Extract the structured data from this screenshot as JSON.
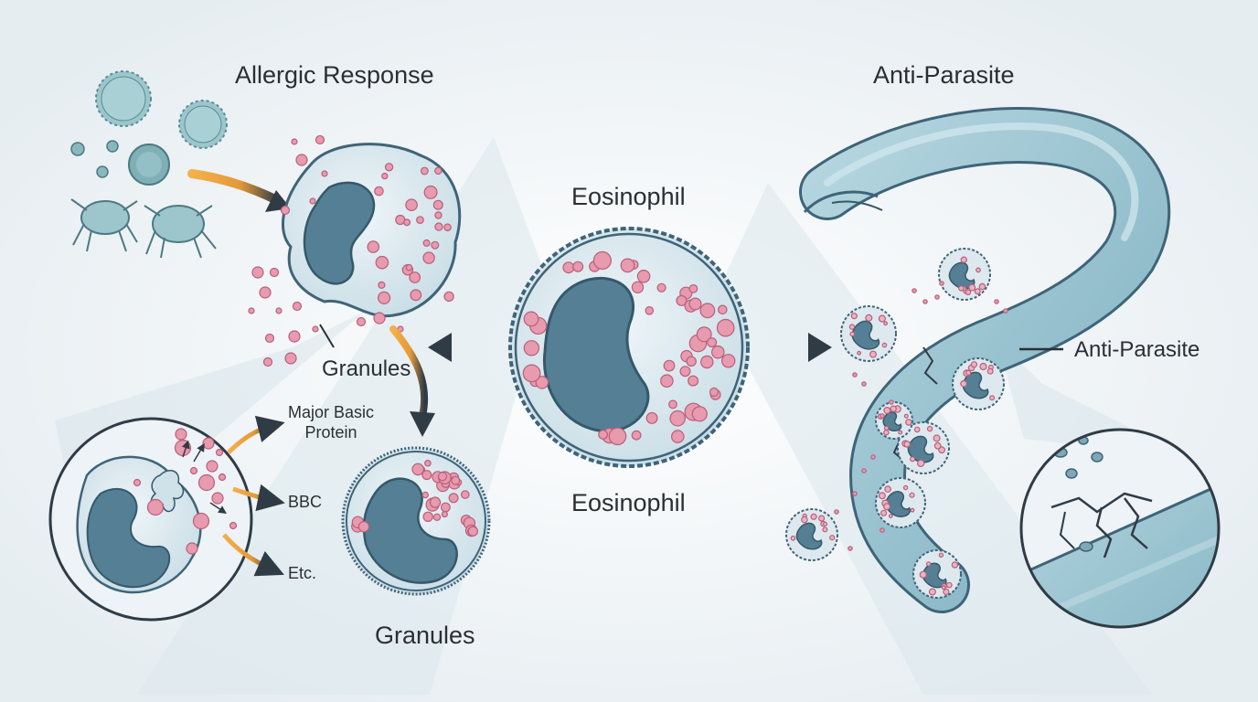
{
  "labels": {
    "allergic_response": "Allergic Response",
    "anti_parasite_title": "Anti-Parasite",
    "eosinophil_top": "Eosinophil",
    "eosinophil_bottom": "Eosinophil",
    "granules_upper": "Granules",
    "granules_lower": "Granules",
    "major_basic_protein_line1": "Major Basic",
    "major_basic_protein_line2": "Protein",
    "bbc": "BBC",
    "etc": "Etc.",
    "anti_parasite_side": "Anti-Parasite"
  },
  "colors": {
    "background": "#eef2f5",
    "cell_fill": "#d6e6ee",
    "cell_outline": "#3f6478",
    "nucleus": "#557f94",
    "granule": "#e89aae",
    "worm": "#8fbccb",
    "arrow_orange": "#f2a23a",
    "arrow_dark": "#2f3b45",
    "allergen": "#9cc6cc"
  }
}
